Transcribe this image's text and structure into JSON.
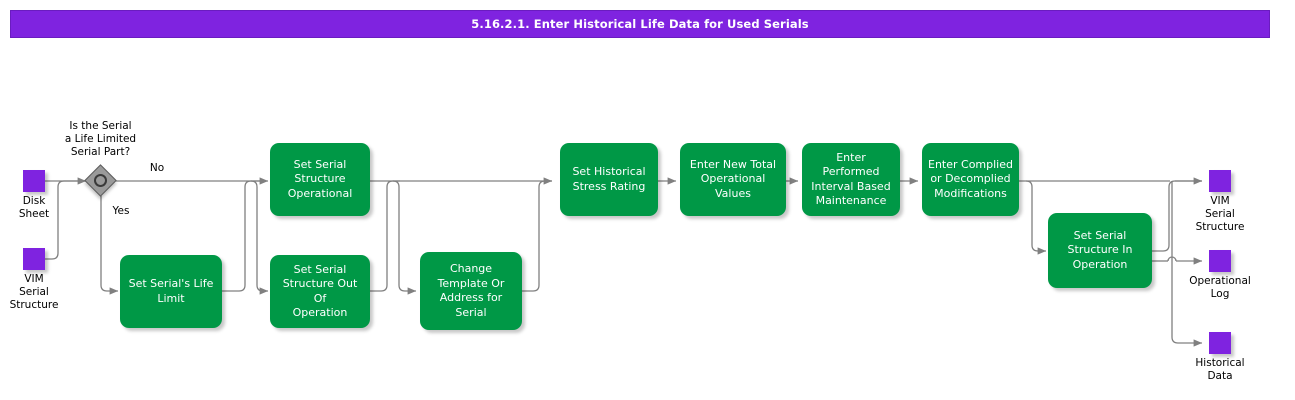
{
  "title": {
    "text": "5.16.2.1. Enter Historical Life Data for Used Serials",
    "bar_color": "#7F23E0",
    "text_color": "#FFFFFF"
  },
  "colors": {
    "process_fill": "#009846",
    "process_text": "#FFFFFF",
    "data_node_fill": "#7F23E0",
    "decision_fill": "#9A9A9A",
    "decision_ring": "#3A3A3A",
    "edge": "#808080",
    "label_text": "#000000",
    "background": "#FFFFFF"
  },
  "diagram": {
    "type": "flowchart",
    "inputs": [
      {
        "id": "disk-sheet",
        "label": "Disk\nSheet",
        "shape": "data"
      },
      {
        "id": "vim-serial-structure-in",
        "label": "VIM\nSerial\nStructure",
        "shape": "data"
      }
    ],
    "decision": {
      "id": "is-life-limited",
      "label": "Is the Serial\na Life Limited\nSerial Part?",
      "shape": "diamond",
      "branches": [
        {
          "label": "No"
        },
        {
          "label": "Yes"
        }
      ]
    },
    "activities": [
      {
        "id": "set-serials-life-limit",
        "label": "Set Serial's Life\nLimit"
      },
      {
        "id": "set-serial-structure-operational",
        "label": "Set Serial\nStructure\nOperational"
      },
      {
        "id": "set-serial-structure-out-of-operation",
        "label": "Set Serial\nStructure Out Of\nOperation"
      },
      {
        "id": "change-template-or-address-for-serial",
        "label": "Change\nTemplate Or\nAddress for\nSerial"
      },
      {
        "id": "set-historical-stress-rating",
        "label": "Set Historical\nStress Rating"
      },
      {
        "id": "enter-new-total-operational-values",
        "label": "Enter New Total\nOperational\nValues"
      },
      {
        "id": "enter-performed-interval-based-maintenance",
        "label": "Enter Performed\nInterval Based\nMaintenance"
      },
      {
        "id": "enter-complied-or-decomplied-modifications",
        "label": "Enter Complied\nor Decomplied\nModifications"
      },
      {
        "id": "set-serial-structure-in-operation",
        "label": "Set Serial\nStructure In\nOperation"
      }
    ],
    "outputs": [
      {
        "id": "vim-serial-structure-out",
        "label": "VIM\nSerial\nStructure",
        "shape": "data"
      },
      {
        "id": "operational-log",
        "label": "Operational\nLog",
        "shape": "data"
      },
      {
        "id": "historical-data",
        "label": "Historical\nData",
        "shape": "data"
      }
    ]
  }
}
